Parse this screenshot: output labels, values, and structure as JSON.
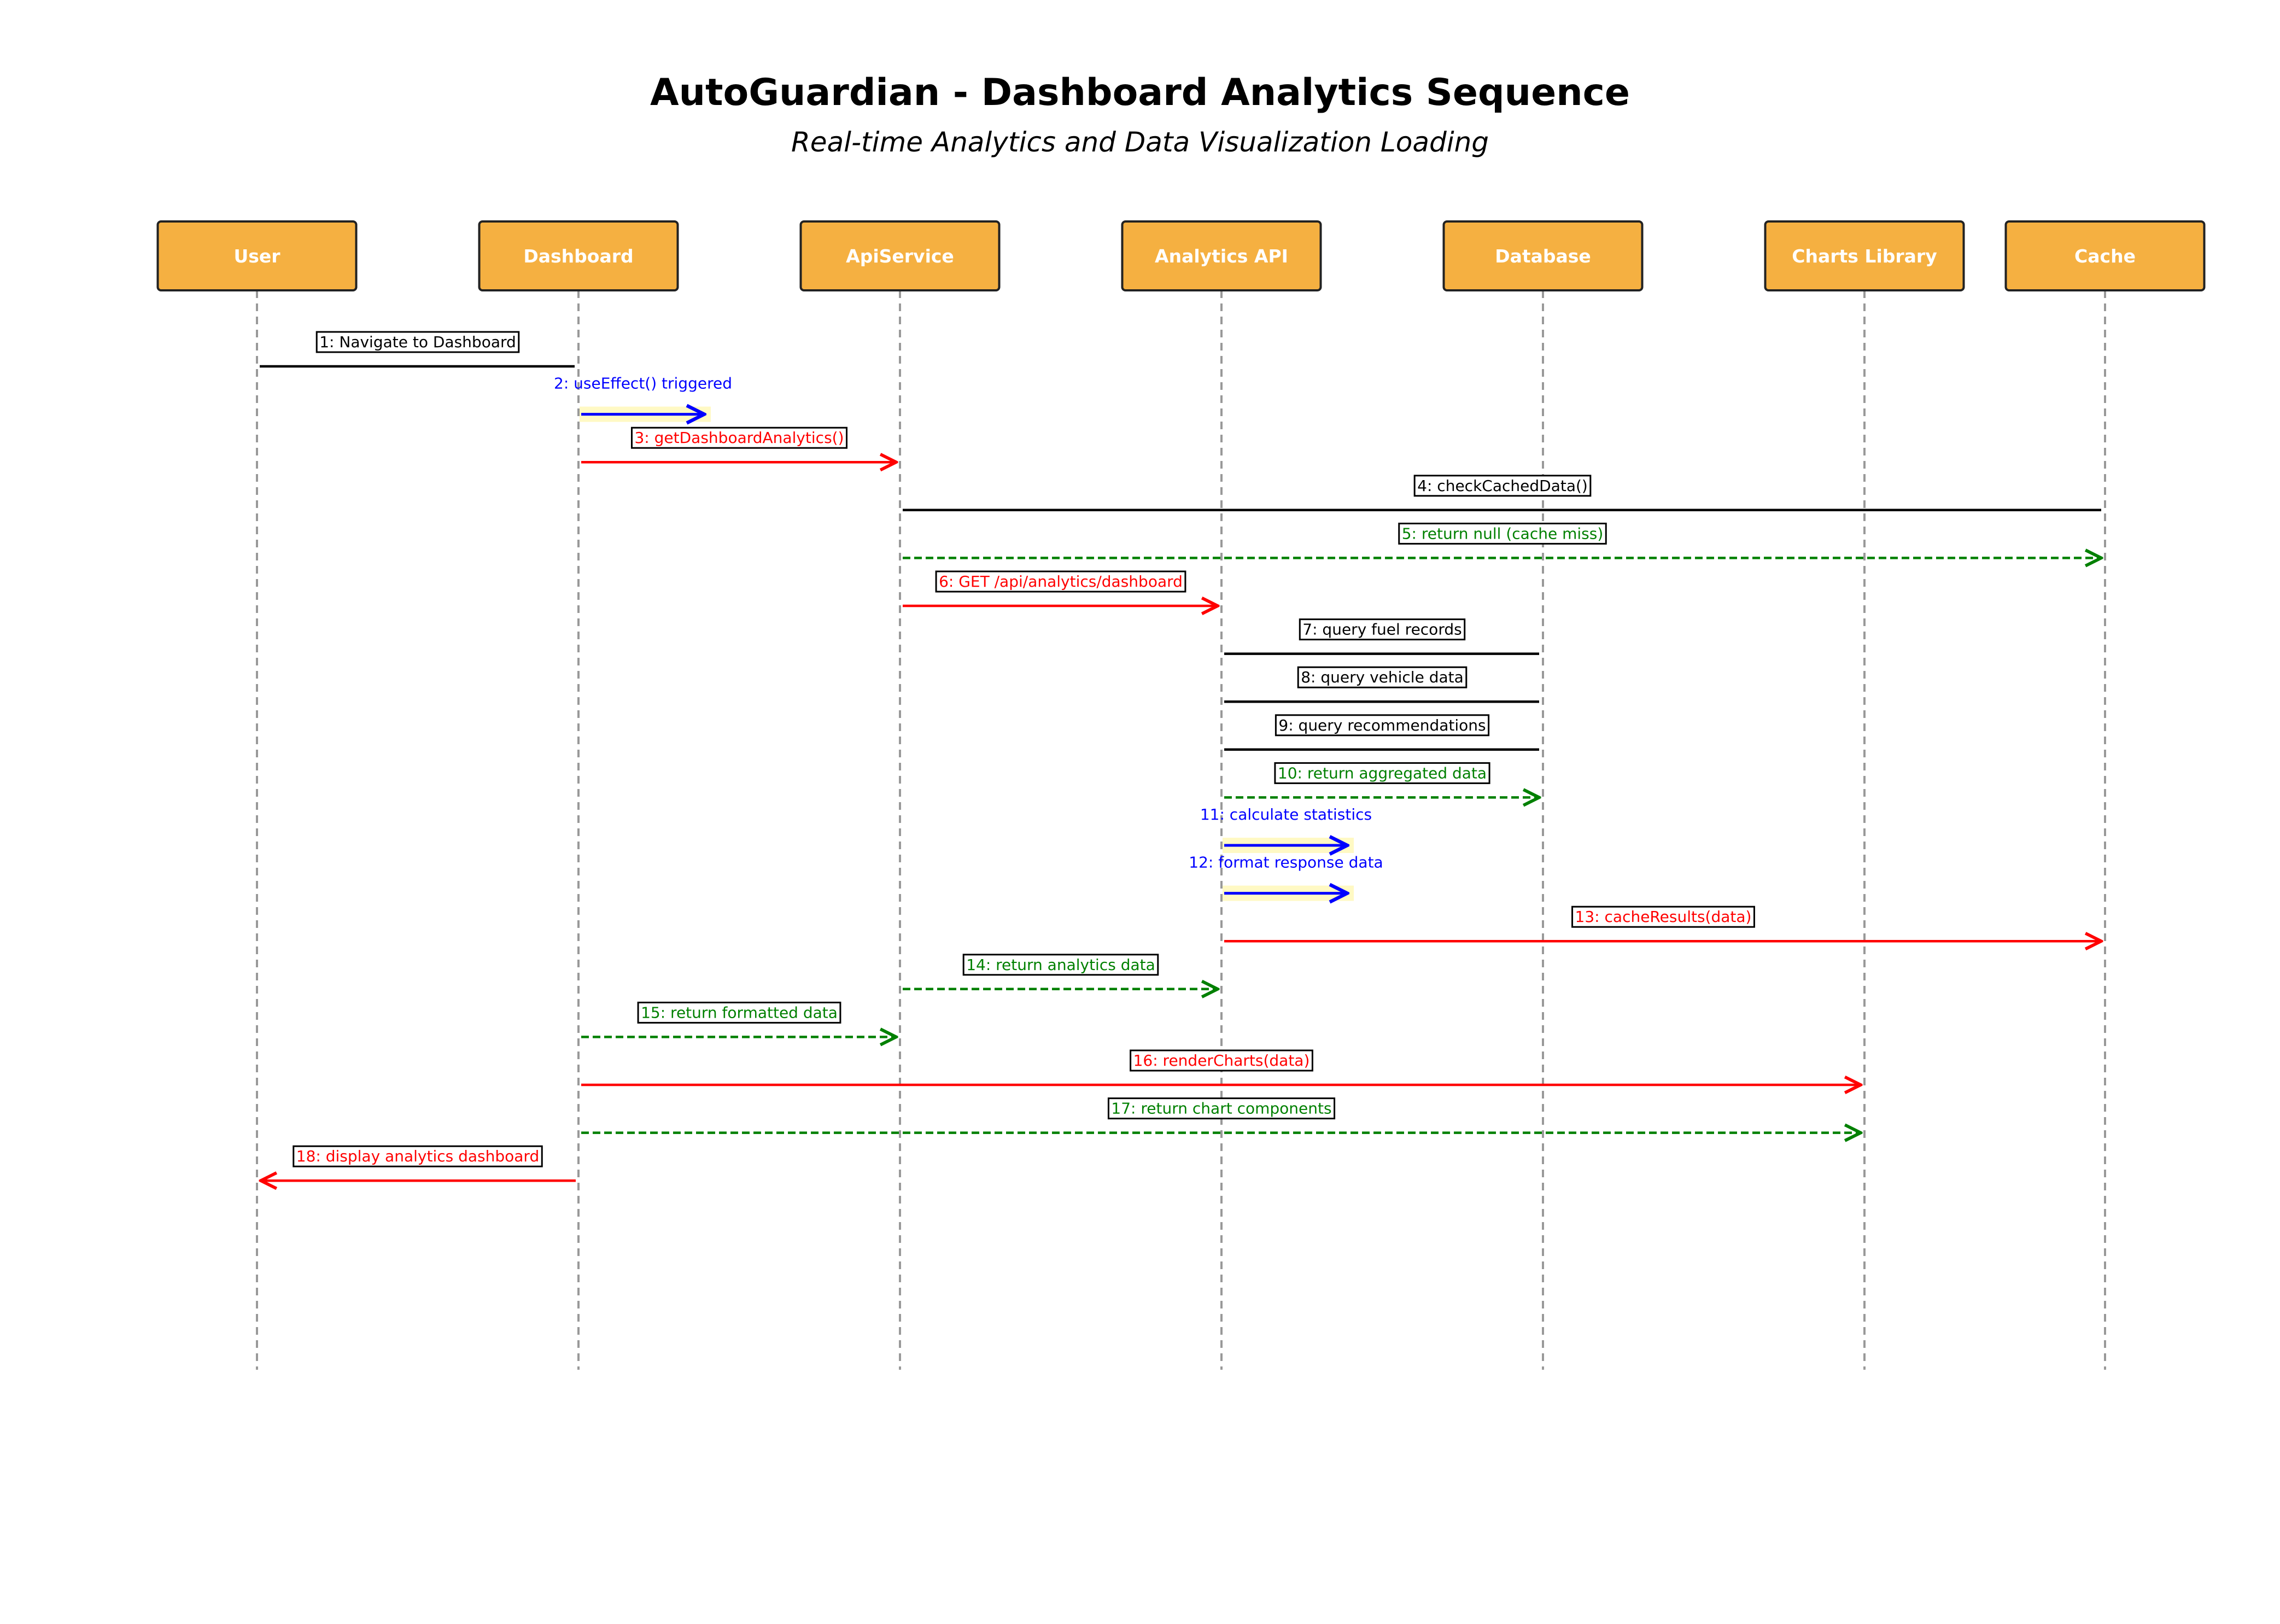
{
  "title": "AutoGuardian - Dashboard Analytics Sequence",
  "subtitle": "Real-time Analytics and Data Visualization Loading",
  "colors": {
    "actor_fill": "#f5b041",
    "sync": "#000000",
    "self_call": "#0000ff",
    "async": "#ff0000",
    "return": "#008000"
  },
  "actors": [
    {
      "id": "user",
      "label": "User"
    },
    {
      "id": "dashboard",
      "label": "Dashboard"
    },
    {
      "id": "apiservice",
      "label": "ApiService"
    },
    {
      "id": "analytics",
      "label": "Analytics API"
    },
    {
      "id": "database",
      "label": "Database"
    },
    {
      "id": "charts",
      "label": "Charts Library"
    },
    {
      "id": "cache",
      "label": "Cache"
    }
  ],
  "messages": [
    {
      "num": 1,
      "label": "1: Navigate to Dashboard",
      "from": "user",
      "to": "dashboard",
      "kind": "sync"
    },
    {
      "num": 2,
      "label": "2: useEffect() triggered",
      "from": "dashboard",
      "to": "dashboard",
      "kind": "self"
    },
    {
      "num": 3,
      "label": "3: getDashboardAnalytics()",
      "from": "dashboard",
      "to": "apiservice",
      "kind": "async"
    },
    {
      "num": 4,
      "label": "4: checkCachedData()",
      "from": "apiservice",
      "to": "cache",
      "kind": "sync"
    },
    {
      "num": 5,
      "label": "5: return null (cache miss)",
      "from": "apiservice",
      "to": "cache",
      "kind": "return"
    },
    {
      "num": 6,
      "label": "6: GET /api/analytics/dashboard",
      "from": "apiservice",
      "to": "analytics",
      "kind": "async"
    },
    {
      "num": 7,
      "label": "7: query fuel records",
      "from": "analytics",
      "to": "database",
      "kind": "sync"
    },
    {
      "num": 8,
      "label": "8: query vehicle data",
      "from": "analytics",
      "to": "database",
      "kind": "sync"
    },
    {
      "num": 9,
      "label": "9: query recommendations",
      "from": "analytics",
      "to": "database",
      "kind": "sync"
    },
    {
      "num": 10,
      "label": "10: return aggregated data",
      "from": "analytics",
      "to": "database",
      "kind": "return"
    },
    {
      "num": 11,
      "label": "11: calculate statistics",
      "from": "analytics",
      "to": "analytics",
      "kind": "self"
    },
    {
      "num": 12,
      "label": "12: format response data",
      "from": "analytics",
      "to": "analytics",
      "kind": "self"
    },
    {
      "num": 13,
      "label": "13: cacheResults(data)",
      "from": "analytics",
      "to": "cache",
      "kind": "async"
    },
    {
      "num": 14,
      "label": "14: return analytics data",
      "from": "apiservice",
      "to": "analytics",
      "kind": "return"
    },
    {
      "num": 15,
      "label": "15: return formatted data",
      "from": "dashboard",
      "to": "apiservice",
      "kind": "return"
    },
    {
      "num": 16,
      "label": "16: renderCharts(data)",
      "from": "dashboard",
      "to": "charts",
      "kind": "async"
    },
    {
      "num": 17,
      "label": "17: return chart components",
      "from": "dashboard",
      "to": "charts",
      "kind": "return"
    },
    {
      "num": 18,
      "label": "18: display analytics dashboard",
      "from": "dashboard",
      "to": "user",
      "kind": "async"
    }
  ]
}
